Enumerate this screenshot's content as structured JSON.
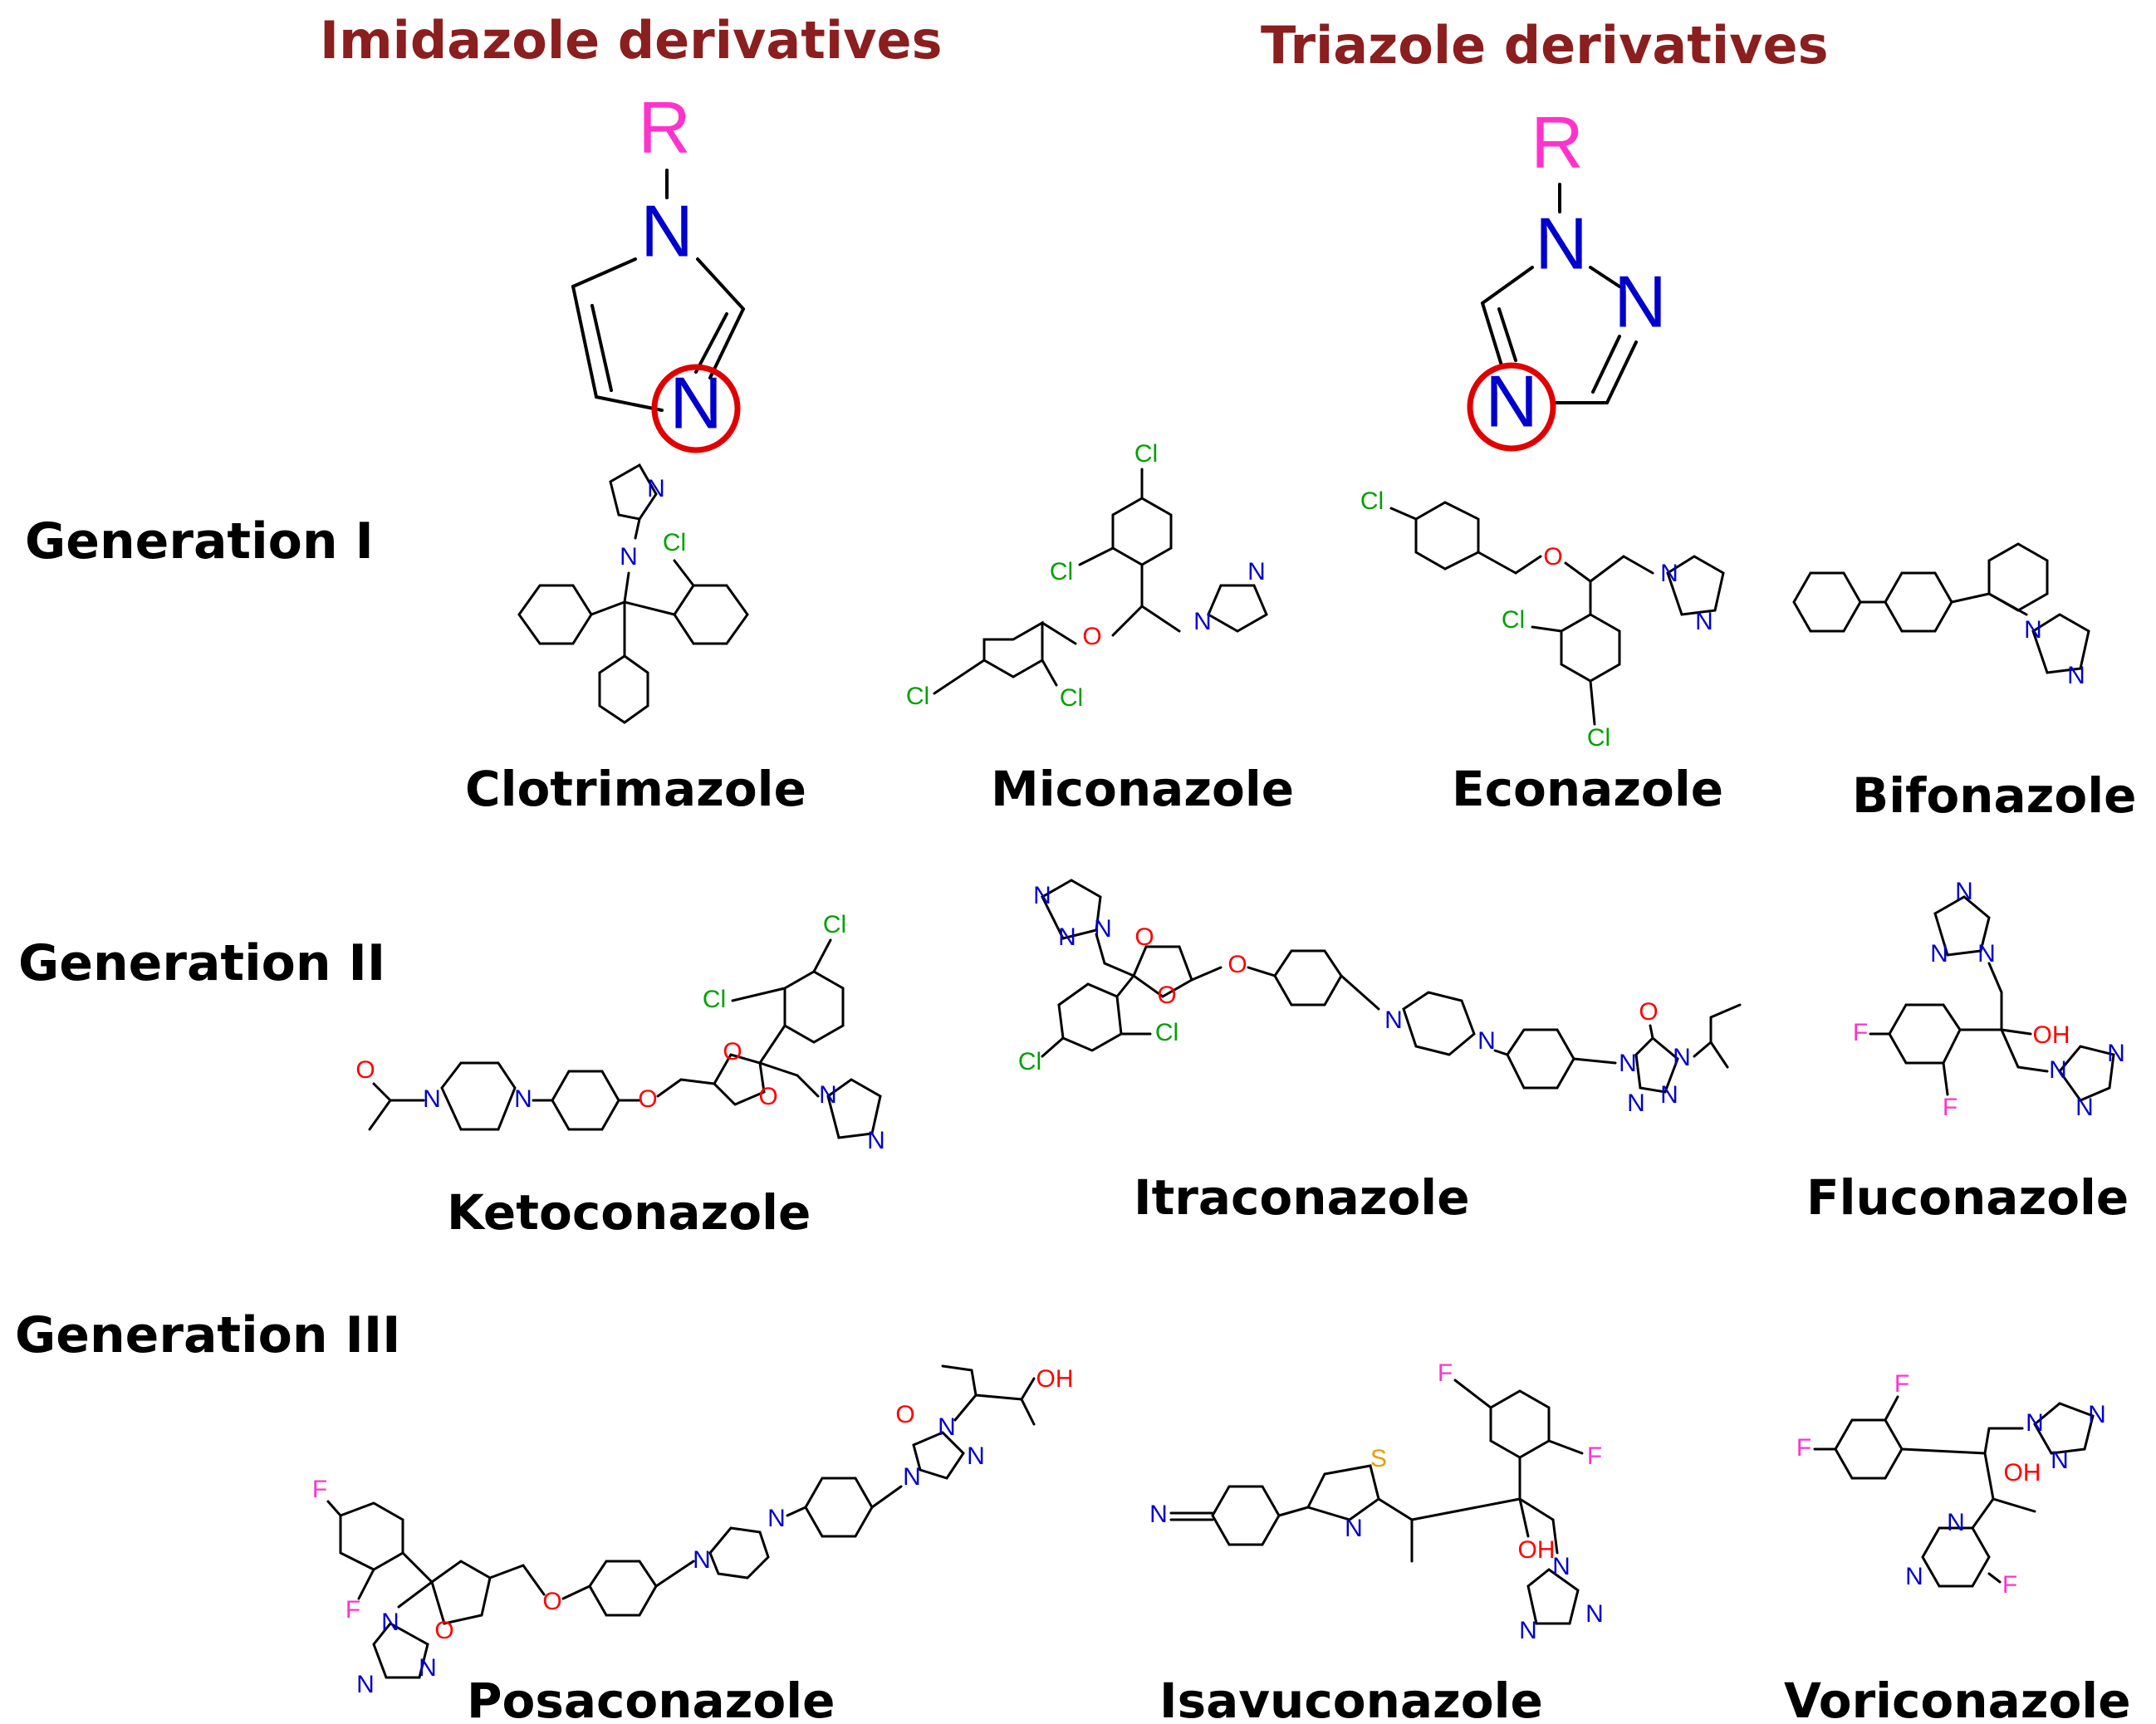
{
  "headers": {
    "imidazole": "Imidazole derivatives",
    "triazole": "Triazole derivatives"
  },
  "generations": {
    "g1": "Generation I",
    "g2": "Generation II",
    "g3": "Generation III"
  },
  "compounds": {
    "clotrimazole": "Clotrimazole",
    "miconazole": "Miconazole",
    "econazole": "Econazole",
    "bifonazole": "Bifonazole",
    "ketoconazole": "Ketoconazole",
    "itraconazole": "Itraconazole",
    "fluconazole": "Fluconazole",
    "posaconazole": "Posaconazole",
    "isavuconazole": "Isavuconazole",
    "voriconazole": "Voriconazole"
  },
  "atoms": {
    "r": "R",
    "n": "N",
    "cl": "Cl",
    "o": "O",
    "f": "F",
    "s": "S",
    "oh": "OH"
  },
  "colors": {
    "header": "#8b1e1e",
    "nitrogen": "#0000cc",
    "r_group": "#ff33cc",
    "chlorine": "#00a000",
    "oxygen": "#ff0000",
    "fluorine": "#ff33cc",
    "sulfur": "#e6a000",
    "highlight_circle": "#e00000"
  }
}
